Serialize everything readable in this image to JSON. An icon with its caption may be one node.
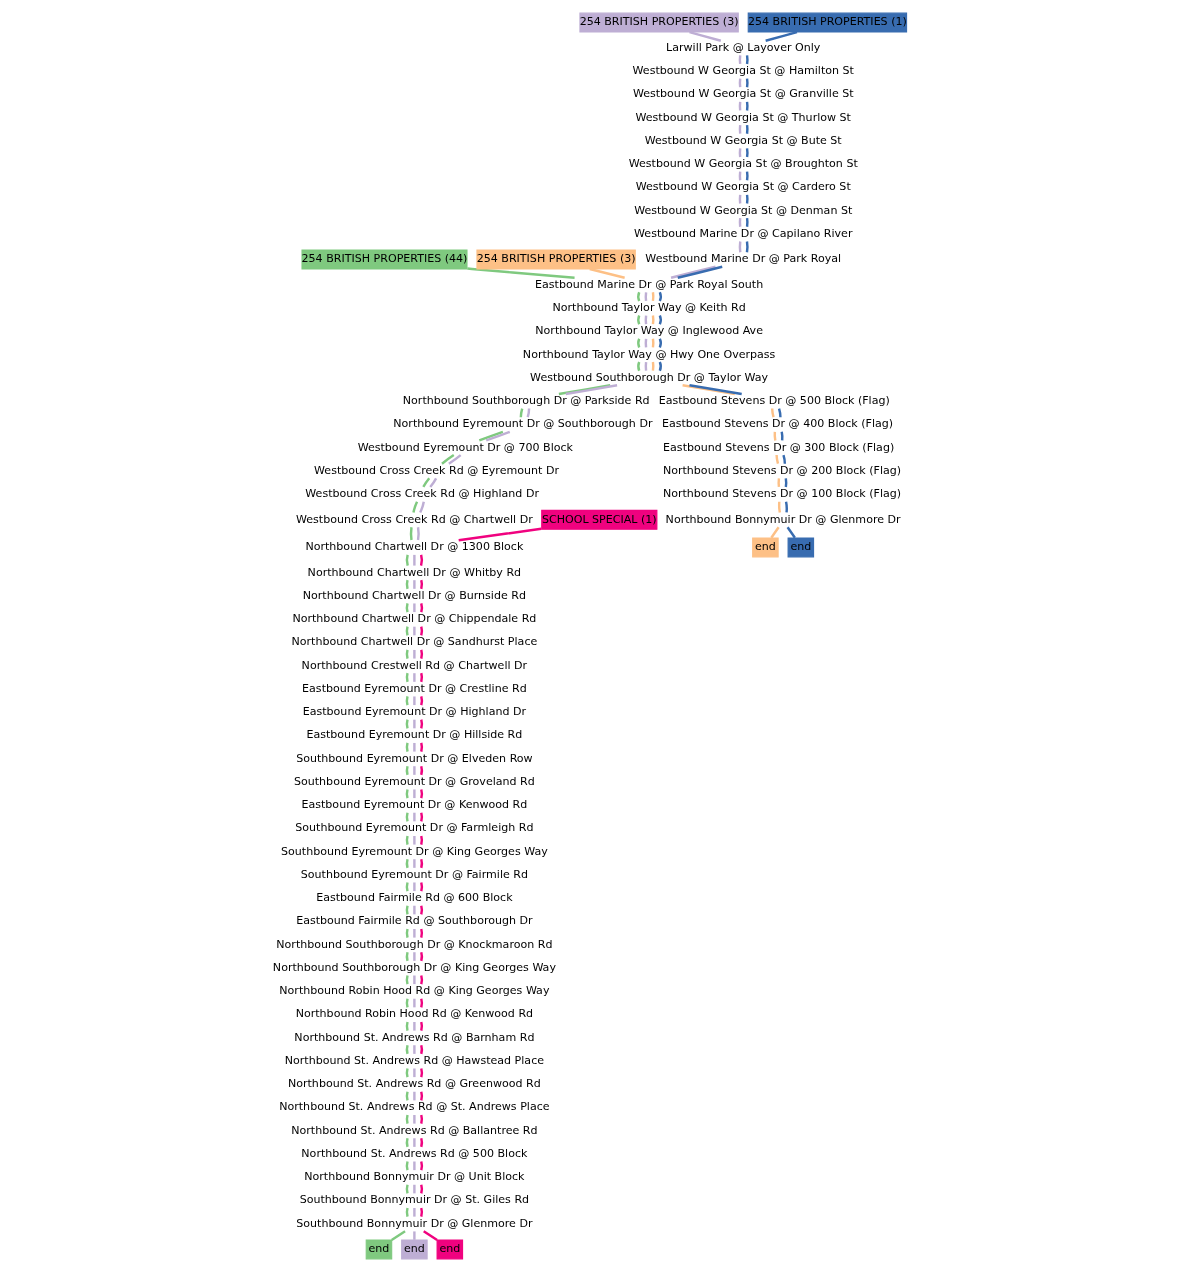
{
  "diagram": {
    "nodes": [
      {
        "text": [
          "254 BRITISH PROPERTIES (3)"
        ]
      },
      {
        "text": [
          "254 BRITISH PROPERTIES (1)"
        ]
      },
      {
        "text": [
          "Larwill Park @ Layover Only"
        ]
      },
      {
        "text": [
          "Westbound W Georgia St @ Hamilton St"
        ]
      },
      {
        "text": [
          "Westbound W Georgia St @ Granville St"
        ]
      },
      {
        "text": [
          "Westbound W Georgia St @ Thurlow St"
        ]
      },
      {
        "text": [
          "Westbound W Georgia St @ Bute St"
        ]
      },
      {
        "text": [
          "Westbound W Georgia St @ Broughton St"
        ]
      },
      {
        "text": [
          "Westbound W Georgia St @ Cardero St"
        ]
      },
      {
        "text": [
          "Westbound W Georgia St @ Denman St"
        ]
      },
      {
        "text": [
          "Westbound Marine Dr @ Capilano River"
        ]
      },
      {
        "text": [
          "254 BRITISH PROPERTIES (44)"
        ]
      },
      {
        "text": [
          "254 BRITISH PROPERTIES (3)"
        ]
      },
      {
        "text": [
          "Westbound Marine Dr @ Park Royal"
        ]
      },
      {
        "text": [
          "Eastbound Marine Dr @ Park Royal South"
        ]
      },
      {
        "text": [
          "Northbound Taylor Way @ Keith Rd"
        ]
      },
      {
        "text": [
          "Northbound Taylor Way @ Inglewood Ave"
        ]
      },
      {
        "text": [
          "Northbound Taylor Way @ Hwy One Overpass"
        ]
      },
      {
        "text": [
          "Westbound Southborough Dr @ Taylor Way"
        ]
      },
      {
        "text": [
          "Northbound Southborough Dr @ Parkside Rd"
        ]
      },
      {
        "text": [
          "Eastbound Stevens Dr @ 500 Block (Flag)"
        ]
      },
      {
        "text": [
          "Northbound Eyremount Dr @ Southborough Dr"
        ]
      },
      {
        "text": [
          "Eastbound Stevens Dr @ 400 Block (Flag)"
        ]
      },
      {
        "text": [
          "Westbound Eyremount Dr @ 700 Block"
        ]
      },
      {
        "text": [
          "Eastbound Stevens Dr @ 300 Block (Flag)"
        ]
      },
      {
        "text": [
          "Westbound Cross Creek Rd @ Eyremount Dr"
        ]
      },
      {
        "text": [
          "Northbound Stevens Dr @ 200 Block (Flag)"
        ]
      },
      {
        "text": [
          "Westbound Cross Creek Rd @ Highland Dr"
        ]
      },
      {
        "text": [
          "Northbound Stevens Dr @ 100 Block (Flag)"
        ]
      },
      {
        "text": [
          "Westbound Cross Creek Rd @ Chartwell Dr"
        ]
      },
      {
        "text": [
          "SCHOOL SPECIAL (1)"
        ]
      },
      {
        "text": [
          "Northbound Bonnymuir Dr @ Glenmore Dr"
        ]
      },
      {
        "text": [
          "Northbound Chartwell Dr @ 1300 Block"
        ]
      },
      {
        "text": [
          "end"
        ]
      },
      {
        "text": [
          "end"
        ]
      },
      {
        "text": [
          "Northbound Chartwell Dr @ Whitby Rd"
        ]
      },
      {
        "text": [
          "Northbound Chartwell Dr @ Burnside Rd"
        ]
      },
      {
        "text": [
          "Northbound Chartwell Dr @ Chippendale Rd"
        ]
      },
      {
        "text": [
          "Northbound Chartwell Dr @ Sandhurst Place"
        ]
      },
      {
        "text": [
          "Northbound Crestwell Rd @ Chartwell Dr"
        ]
      },
      {
        "text": [
          "Eastbound Eyremount Dr @ Crestline Rd"
        ]
      },
      {
        "text": [
          "Eastbound Eyremount Dr @ Highland Dr"
        ]
      },
      {
        "text": [
          "Eastbound Eyremount Dr @ Hillside Rd"
        ]
      },
      {
        "text": [
          "Southbound Eyremount Dr @ Elveden Row"
        ]
      },
      {
        "text": [
          "Southbound Eyremount Dr @ Groveland Rd"
        ]
      },
      {
        "text": [
          "Eastbound Eyremount Dr @ Kenwood Rd"
        ]
      },
      {
        "text": [
          "Southbound Eyremount Dr @ Farmleigh Rd"
        ]
      },
      {
        "text": [
          "Southbound Eyremount Dr @ King Georges Way"
        ]
      },
      {
        "text": [
          "Southbound Eyremount Dr @ Fairmile Rd"
        ]
      },
      {
        "text": [
          "Eastbound Fairmile Rd @ 600 Block"
        ]
      },
      {
        "text": [
          "Eastbound Fairmile Rd @ Southborough Dr"
        ]
      },
      {
        "text": [
          "Northbound Southborough Dr @ Knockmaroon Rd"
        ]
      },
      {
        "text": [
          "Northbound Southborough Dr @ King Georges Way"
        ]
      },
      {
        "text": [
          "Northbound Robin Hood Rd @ King Georges Way"
        ]
      },
      {
        "text": [
          "Northbound Robin Hood Rd @ Kenwood Rd"
        ]
      },
      {
        "text": [
          "Northbound St. Andrews Rd @ Barnham Rd"
        ]
      },
      {
        "text": [
          "Northbound St. Andrews Rd @ Hawstead Place"
        ]
      },
      {
        "text": [
          "Northbound St. Andrews Rd @ Greenwood Rd"
        ]
      },
      {
        "text": [
          "Northbound St. Andrews Rd @ St. Andrews Place"
        ]
      },
      {
        "text": [
          "Northbound St. Andrews Rd @ Ballantree Rd"
        ]
      },
      {
        "text": [
          "Northbound St. Andrews Rd @ 500 Block"
        ]
      },
      {
        "text": [
          "Northbound Bonnymuir Dr @ Unit Block"
        ]
      },
      {
        "text": [
          "Southbound Bonnymuir Dr @ St. Giles Rd"
        ]
      },
      {
        "text": [
          "Southbound Bonnymuir Dr @ Glenmore Dr"
        ]
      },
      {
        "text": [
          "end"
        ]
      },
      {
        "text": [
          "end"
        ]
      },
      {
        "text": [
          "end"
        ]
      }
    ],
    "edges": [
      {
        "from": 11,
        "to": 14,
        "arrow": "none",
        "color": "#7fc97f"
      },
      {
        "from": 14,
        "to": 15,
        "arrow": "none",
        "color": "#7fc97f"
      },
      {
        "from": 15,
        "to": 16,
        "arrow": "none",
        "color": "#7fc97f"
      },
      {
        "from": 16,
        "to": 17,
        "arrow": "none",
        "color": "#7fc97f"
      },
      {
        "from": 17,
        "to": 18,
        "arrow": "none",
        "color": "#7fc97f"
      },
      {
        "from": 18,
        "to": 19,
        "arrow": "none",
        "color": "#7fc97f"
      },
      {
        "from": 19,
        "to": 21,
        "arrow": "none",
        "color": "#7fc97f"
      },
      {
        "from": 21,
        "to": 23,
        "arrow": "none",
        "color": "#7fc97f"
      },
      {
        "from": 23,
        "to": 25,
        "arrow": "none",
        "color": "#7fc97f"
      },
      {
        "from": 25,
        "to": 27,
        "arrow": "none",
        "color": "#7fc97f"
      },
      {
        "from": 27,
        "to": 29,
        "arrow": "none",
        "color": "#7fc97f"
      },
      {
        "from": 29,
        "to": 32,
        "arrow": "none",
        "color": "#7fc97f"
      },
      {
        "from": 32,
        "to": 35,
        "arrow": "none",
        "color": "#7fc97f"
      },
      {
        "from": 35,
        "to": 36,
        "arrow": "none",
        "color": "#7fc97f"
      },
      {
        "from": 36,
        "to": 37,
        "arrow": "none",
        "color": "#7fc97f"
      },
      {
        "from": 37,
        "to": 38,
        "arrow": "none",
        "color": "#7fc97f"
      },
      {
        "from": 38,
        "to": 39,
        "arrow": "none",
        "color": "#7fc97f"
      },
      {
        "from": 39,
        "to": 40,
        "arrow": "none",
        "color": "#7fc97f"
      },
      {
        "from": 40,
        "to": 41,
        "arrow": "none",
        "color": "#7fc97f"
      },
      {
        "from": 41,
        "to": 42,
        "arrow": "none",
        "color": "#7fc97f"
      },
      {
        "from": 42,
        "to": 43,
        "arrow": "none",
        "color": "#7fc97f"
      },
      {
        "from": 43,
        "to": 44,
        "arrow": "none",
        "color": "#7fc97f"
      },
      {
        "from": 44,
        "to": 45,
        "arrow": "none",
        "color": "#7fc97f"
      },
      {
        "from": 45,
        "to": 46,
        "arrow": "none",
        "color": "#7fc97f"
      },
      {
        "from": 46,
        "to": 47,
        "arrow": "none",
        "color": "#7fc97f"
      },
      {
        "from": 47,
        "to": 48,
        "arrow": "none",
        "color": "#7fc97f"
      },
      {
        "from": 48,
        "to": 49,
        "arrow": "none",
        "color": "#7fc97f"
      },
      {
        "from": 49,
        "to": 50,
        "arrow": "none",
        "color": "#7fc97f"
      },
      {
        "from": 50,
        "to": 51,
        "arrow": "none",
        "color": "#7fc97f"
      },
      {
        "from": 51,
        "to": 52,
        "arrow": "none",
        "color": "#7fc97f"
      },
      {
        "from": 52,
        "to": 53,
        "arrow": "none",
        "color": "#7fc97f"
      },
      {
        "from": 53,
        "to": 54,
        "arrow": "none",
        "color": "#7fc97f"
      },
      {
        "from": 54,
        "to": 55,
        "arrow": "none",
        "color": "#7fc97f"
      },
      {
        "from": 55,
        "to": 56,
        "arrow": "none",
        "color": "#7fc97f"
      },
      {
        "from": 56,
        "to": 57,
        "arrow": "none",
        "color": "#7fc97f"
      },
      {
        "from": 57,
        "to": 58,
        "arrow": "none",
        "color": "#7fc97f"
      },
      {
        "from": 58,
        "to": 59,
        "arrow": "none",
        "color": "#7fc97f"
      },
      {
        "from": 59,
        "to": 60,
        "arrow": "none",
        "color": "#7fc97f"
      },
      {
        "from": 60,
        "to": 61,
        "arrow": "none",
        "color": "#7fc97f"
      },
      {
        "from": 61,
        "to": 62,
        "arrow": "none",
        "color": "#7fc97f"
      },
      {
        "from": 62,
        "to": 63,
        "arrow": "none",
        "color": "#7fc97f"
      },
      {
        "from": 63,
        "to": 64,
        "arrow": "none",
        "color": "#7fc97f"
      },
      {
        "from": 0,
        "to": 2,
        "arrow": "none",
        "color": "#beaed4"
      },
      {
        "from": 2,
        "to": 3,
        "arrow": "none",
        "color": "#beaed4"
      },
      {
        "from": 3,
        "to": 4,
        "arrow": "none",
        "color": "#beaed4"
      },
      {
        "from": 4,
        "to": 5,
        "arrow": "none",
        "color": "#beaed4"
      },
      {
        "from": 5,
        "to": 6,
        "arrow": "none",
        "color": "#beaed4"
      },
      {
        "from": 6,
        "to": 7,
        "arrow": "none",
        "color": "#beaed4"
      },
      {
        "from": 7,
        "to": 8,
        "arrow": "none",
        "color": "#beaed4"
      },
      {
        "from": 8,
        "to": 9,
        "arrow": "none",
        "color": "#beaed4"
      },
      {
        "from": 9,
        "to": 10,
        "arrow": "none",
        "color": "#beaed4"
      },
      {
        "from": 10,
        "to": 13,
        "arrow": "none",
        "color": "#beaed4"
      },
      {
        "from": 13,
        "to": 14,
        "arrow": "none",
        "color": "#beaed4"
      },
      {
        "from": 14,
        "to": 15,
        "arrow": "none",
        "color": "#beaed4"
      },
      {
        "from": 15,
        "to": 16,
        "arrow": "none",
        "color": "#beaed4"
      },
      {
        "from": 16,
        "to": 17,
        "arrow": "none",
        "color": "#beaed4"
      },
      {
        "from": 17,
        "to": 18,
        "arrow": "none",
        "color": "#beaed4"
      },
      {
        "from": 18,
        "to": 19,
        "arrow": "none",
        "color": "#beaed4"
      },
      {
        "from": 19,
        "to": 21,
        "arrow": "none",
        "color": "#beaed4"
      },
      {
        "from": 21,
        "to": 23,
        "arrow": "none",
        "color": "#beaed4"
      },
      {
        "from": 23,
        "to": 25,
        "arrow": "none",
        "color": "#beaed4"
      },
      {
        "from": 25,
        "to": 27,
        "arrow": "none",
        "color": "#beaed4"
      },
      {
        "from": 27,
        "to": 29,
        "arrow": "none",
        "color": "#beaed4"
      },
      {
        "from": 29,
        "to": 32,
        "arrow": "none",
        "color": "#beaed4"
      },
      {
        "from": 32,
        "to": 35,
        "arrow": "none",
        "color": "#beaed4"
      },
      {
        "from": 35,
        "to": 36,
        "arrow": "none",
        "color": "#beaed4"
      },
      {
        "from": 36,
        "to": 37,
        "arrow": "none",
        "color": "#beaed4"
      },
      {
        "from": 37,
        "to": 38,
        "arrow": "none",
        "color": "#beaed4"
      },
      {
        "from": 38,
        "to": 39,
        "arrow": "none",
        "color": "#beaed4"
      },
      {
        "from": 39,
        "to": 40,
        "arrow": "none",
        "color": "#beaed4"
      },
      {
        "from": 40,
        "to": 41,
        "arrow": "none",
        "color": "#beaed4"
      },
      {
        "from": 41,
        "to": 42,
        "arrow": "none",
        "color": "#beaed4"
      },
      {
        "from": 42,
        "to": 43,
        "arrow": "none",
        "color": "#beaed4"
      },
      {
        "from": 43,
        "to": 44,
        "arrow": "none",
        "color": "#beaed4"
      },
      {
        "from": 44,
        "to": 45,
        "arrow": "none",
        "color": "#beaed4"
      },
      {
        "from": 45,
        "to": 46,
        "arrow": "none",
        "color": "#beaed4"
      },
      {
        "from": 46,
        "to": 47,
        "arrow": "none",
        "color": "#beaed4"
      },
      {
        "from": 47,
        "to": 48,
        "arrow": "none",
        "color": "#beaed4"
      },
      {
        "from": 48,
        "to": 49,
        "arrow": "none",
        "color": "#beaed4"
      },
      {
        "from": 49,
        "to": 50,
        "arrow": "none",
        "color": "#beaed4"
      },
      {
        "from": 50,
        "to": 51,
        "arrow": "none",
        "color": "#beaed4"
      },
      {
        "from": 51,
        "to": 52,
        "arrow": "none",
        "color": "#beaed4"
      },
      {
        "from": 52,
        "to": 53,
        "arrow": "none",
        "color": "#beaed4"
      },
      {
        "from": 53,
        "to": 54,
        "arrow": "none",
        "color": "#beaed4"
      },
      {
        "from": 54,
        "to": 55,
        "arrow": "none",
        "color": "#beaed4"
      },
      {
        "from": 55,
        "to": 56,
        "arrow": "none",
        "color": "#beaed4"
      },
      {
        "from": 56,
        "to": 57,
        "arrow": "none",
        "color": "#beaed4"
      },
      {
        "from": 57,
        "to": 58,
        "arrow": "none",
        "color": "#beaed4"
      },
      {
        "from": 58,
        "to": 59,
        "arrow": "none",
        "color": "#beaed4"
      },
      {
        "from": 59,
        "to": 60,
        "arrow": "none",
        "color": "#beaed4"
      },
      {
        "from": 60,
        "to": 61,
        "arrow": "none",
        "color": "#beaed4"
      },
      {
        "from": 61,
        "to": 62,
        "arrow": "none",
        "color": "#beaed4"
      },
      {
        "from": 62,
        "to": 63,
        "arrow": "none",
        "color": "#beaed4"
      },
      {
        "from": 63,
        "to": 65,
        "arrow": "none",
        "color": "#beaed4"
      },
      {
        "from": 12,
        "to": 14,
        "arrow": "none",
        "color": "#fdc086"
      },
      {
        "from": 14,
        "to": 15,
        "arrow": "none",
        "color": "#fdc086"
      },
      {
        "from": 15,
        "to": 16,
        "arrow": "none",
        "color": "#fdc086"
      },
      {
        "from": 16,
        "to": 17,
        "arrow": "none",
        "color": "#fdc086"
      },
      {
        "from": 17,
        "to": 18,
        "arrow": "none",
        "color": "#fdc086"
      },
      {
        "from": 18,
        "to": 20,
        "arrow": "none",
        "color": "#fdc086"
      },
      {
        "from": 20,
        "to": 22,
        "arrow": "none",
        "color": "#fdc086"
      },
      {
        "from": 22,
        "to": 24,
        "arrow": "none",
        "color": "#fdc086"
      },
      {
        "from": 24,
        "to": 26,
        "arrow": "none",
        "color": "#fdc086"
      },
      {
        "from": 26,
        "to": 28,
        "arrow": "none",
        "color": "#fdc086"
      },
      {
        "from": 28,
        "to": 31,
        "arrow": "none",
        "color": "#fdc086"
      },
      {
        "from": 31,
        "to": 33,
        "arrow": "none",
        "color": "#fdc086"
      },
      {
        "from": 1,
        "to": 2,
        "arrow": "none",
        "color": "#386cb0"
      },
      {
        "from": 2,
        "to": 3,
        "arrow": "none",
        "color": "#386cb0"
      },
      {
        "from": 3,
        "to": 4,
        "arrow": "none",
        "color": "#386cb0"
      },
      {
        "from": 4,
        "to": 5,
        "arrow": "none",
        "color": "#386cb0"
      },
      {
        "from": 5,
        "to": 6,
        "arrow": "none",
        "color": "#386cb0"
      },
      {
        "from": 6,
        "to": 7,
        "arrow": "none",
        "color": "#386cb0"
      },
      {
        "from": 7,
        "to": 8,
        "arrow": "none",
        "color": "#386cb0"
      },
      {
        "from": 8,
        "to": 9,
        "arrow": "none",
        "color": "#386cb0"
      },
      {
        "from": 9,
        "to": 10,
        "arrow": "none",
        "color": "#386cb0"
      },
      {
        "from": 10,
        "to": 13,
        "arrow": "none",
        "color": "#386cb0"
      },
      {
        "from": 13,
        "to": 14,
        "arrow": "none",
        "color": "#386cb0"
      },
      {
        "from": 14,
        "to": 15,
        "arrow": "none",
        "color": "#386cb0"
      },
      {
        "from": 15,
        "to": 16,
        "arrow": "none",
        "color": "#386cb0"
      },
      {
        "from": 16,
        "to": 17,
        "arrow": "none",
        "color": "#386cb0"
      },
      {
        "from": 17,
        "to": 18,
        "arrow": "none",
        "color": "#386cb0"
      },
      {
        "from": 18,
        "to": 20,
        "arrow": "none",
        "color": "#386cb0"
      },
      {
        "from": 20,
        "to": 22,
        "arrow": "none",
        "color": "#386cb0"
      },
      {
        "from": 22,
        "to": 24,
        "arrow": "none",
        "color": "#386cb0"
      },
      {
        "from": 24,
        "to": 26,
        "arrow": "none",
        "color": "#386cb0"
      },
      {
        "from": 26,
        "to": 28,
        "arrow": "none",
        "color": "#386cb0"
      },
      {
        "from": 28,
        "to": 31,
        "arrow": "none",
        "color": "#386cb0"
      },
      {
        "from": 31,
        "to": 34,
        "arrow": "none",
        "color": "#386cb0"
      },
      {
        "from": 30,
        "to": 32,
        "arrow": "none",
        "color": "#f0027f"
      },
      {
        "from": 32,
        "to": 35,
        "arrow": "none",
        "color": "#f0027f"
      },
      {
        "from": 35,
        "to": 36,
        "arrow": "none",
        "color": "#f0027f"
      },
      {
        "from": 36,
        "to": 37,
        "arrow": "none",
        "color": "#f0027f"
      },
      {
        "from": 37,
        "to": 38,
        "arrow": "none",
        "color": "#f0027f"
      },
      {
        "from": 38,
        "to": 39,
        "arrow": "none",
        "color": "#f0027f"
      },
      {
        "from": 39,
        "to": 40,
        "arrow": "none",
        "color": "#f0027f"
      },
      {
        "from": 40,
        "to": 41,
        "arrow": "none",
        "color": "#f0027f"
      },
      {
        "from": 41,
        "to": 42,
        "arrow": "none",
        "color": "#f0027f"
      },
      {
        "from": 42,
        "to": 43,
        "arrow": "none",
        "color": "#f0027f"
      },
      {
        "from": 43,
        "to": 44,
        "arrow": "none",
        "color": "#f0027f"
      },
      {
        "from": 44,
        "to": 45,
        "arrow": "none",
        "color": "#f0027f"
      },
      {
        "from": 45,
        "to": 46,
        "arrow": "none",
        "color": "#f0027f"
      },
      {
        "from": 46,
        "to": 47,
        "arrow": "none",
        "color": "#f0027f"
      },
      {
        "from": 47,
        "to": 48,
        "arrow": "none",
        "color": "#f0027f"
      },
      {
        "from": 48,
        "to": 49,
        "arrow": "none",
        "color": "#f0027f"
      },
      {
        "from": 49,
        "to": 50,
        "arrow": "none",
        "color": "#f0027f"
      },
      {
        "from": 50,
        "to": 51,
        "arrow": "none",
        "color": "#f0027f"
      },
      {
        "from": 51,
        "to": 52,
        "arrow": "none",
        "color": "#f0027f"
      },
      {
        "from": 52,
        "to": 53,
        "arrow": "none",
        "color": "#f0027f"
      },
      {
        "from": 53,
        "to": 54,
        "arrow": "none",
        "color": "#f0027f"
      },
      {
        "from": 54,
        "to": 55,
        "arrow": "none",
        "color": "#f0027f"
      },
      {
        "from": 55,
        "to": 56,
        "arrow": "none",
        "color": "#f0027f"
      },
      {
        "from": 56,
        "to": 57,
        "arrow": "none",
        "color": "#f0027f"
      },
      {
        "from": 57,
        "to": 58,
        "arrow": "none",
        "color": "#f0027f"
      },
      {
        "from": 58,
        "to": 59,
        "arrow": "none",
        "color": "#f0027f"
      },
      {
        "from": 59,
        "to": 60,
        "arrow": "none",
        "color": "#f0027f"
      },
      {
        "from": 60,
        "to": 61,
        "arrow": "none",
        "color": "#f0027f"
      },
      {
        "from": 61,
        "to": 62,
        "arrow": "none",
        "color": "#f0027f"
      },
      {
        "from": 62,
        "to": 63,
        "arrow": "none",
        "color": "#f0027f"
      },
      {
        "from": 63,
        "to": 66,
        "arrow": "none",
        "color": "#f0027f"
      }
    ]
  }
}
